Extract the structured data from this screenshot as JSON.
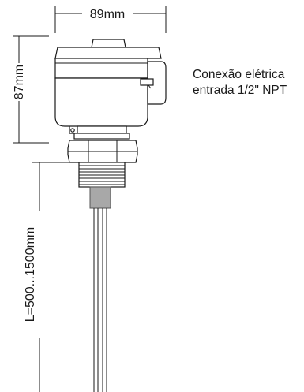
{
  "dimensions": {
    "width": "89mm",
    "height": "87mm",
    "length": "L=500...1500mm"
  },
  "annotation": {
    "line1": "Conexão elétrica",
    "line2": "entrada 1/2\" NPT"
  }
}
